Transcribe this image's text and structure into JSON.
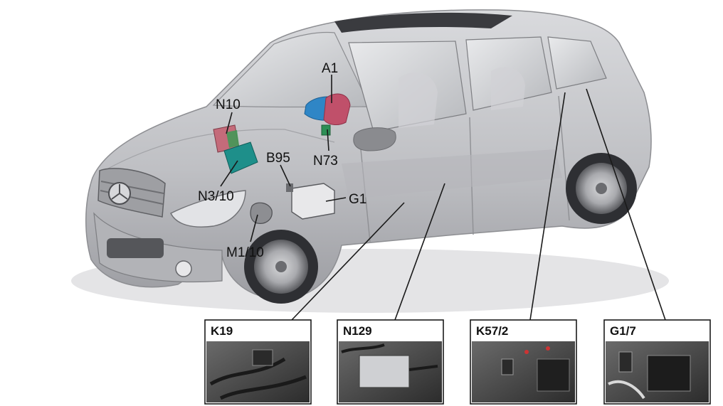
{
  "callouts": {
    "a1": "A1",
    "n10": "N10",
    "b95": "B95",
    "n73": "N73",
    "n3_10": "N3/10",
    "g1": "G1",
    "m1_10": "M1/10"
  },
  "detail_panels": [
    {
      "label": "K19"
    },
    {
      "label": "N129"
    },
    {
      "label": "K57/2"
    },
    {
      "label": "G1/7"
    }
  ],
  "colors": {
    "body": "#c4c5c9",
    "component_blue": "#2f86c6",
    "component_red": "#c0506a",
    "component_teal": "#1e8f8a",
    "component_green": "#3d9a55"
  }
}
